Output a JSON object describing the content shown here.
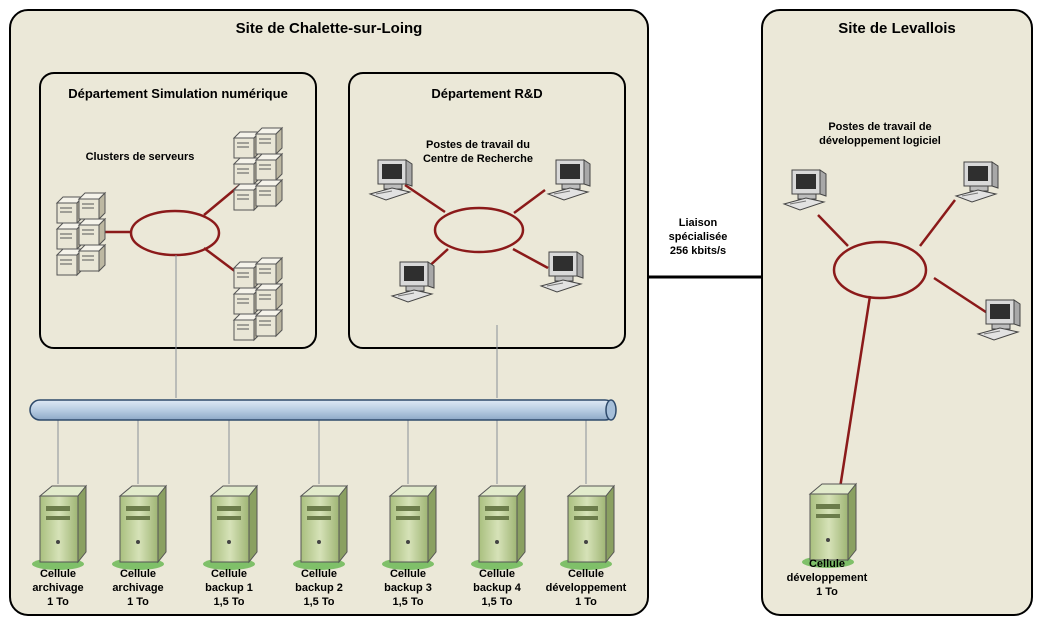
{
  "sites": {
    "chalette": {
      "title": "Site de Chalette-sur-Loing"
    },
    "levallois": {
      "title": "Site de Levallois"
    }
  },
  "departments": {
    "simulation": {
      "title": "Département Simulation numérique",
      "caption": "Clusters de serveurs"
    },
    "rd": {
      "title": "Département R&D",
      "caption_lines": [
        "Postes de travail du",
        "Centre de Recherche"
      ]
    }
  },
  "levallois_caption_lines": [
    "Postes de travail de",
    "développement logiciel"
  ],
  "link": {
    "lines": [
      "Liaison",
      "spécialisée",
      "256 kbits/s"
    ]
  },
  "storage": [
    {
      "lines": [
        "Cellule",
        "archivage",
        "1 To"
      ]
    },
    {
      "lines": [
        "Cellule",
        "archivage",
        "1 To"
      ]
    },
    {
      "lines": [
        "Cellule",
        "backup 1",
        "1,5 To"
      ]
    },
    {
      "lines": [
        "Cellule",
        "backup 2",
        "1,5 To"
      ]
    },
    {
      "lines": [
        "Cellule",
        "backup 3",
        "1,5 To"
      ]
    },
    {
      "lines": [
        "Cellule",
        "backup 4",
        "1,5 To"
      ]
    },
    {
      "lines": [
        "Cellule",
        "développement",
        "1 To"
      ]
    }
  ],
  "levallois_storage": {
    "lines": [
      "Cellule",
      "développement",
      "1 To"
    ]
  },
  "colors": {
    "panel": "#ebe8d8",
    "ring": "#8b1a1a",
    "bus": "#b8cde2",
    "tower": "#c6d6a4"
  }
}
